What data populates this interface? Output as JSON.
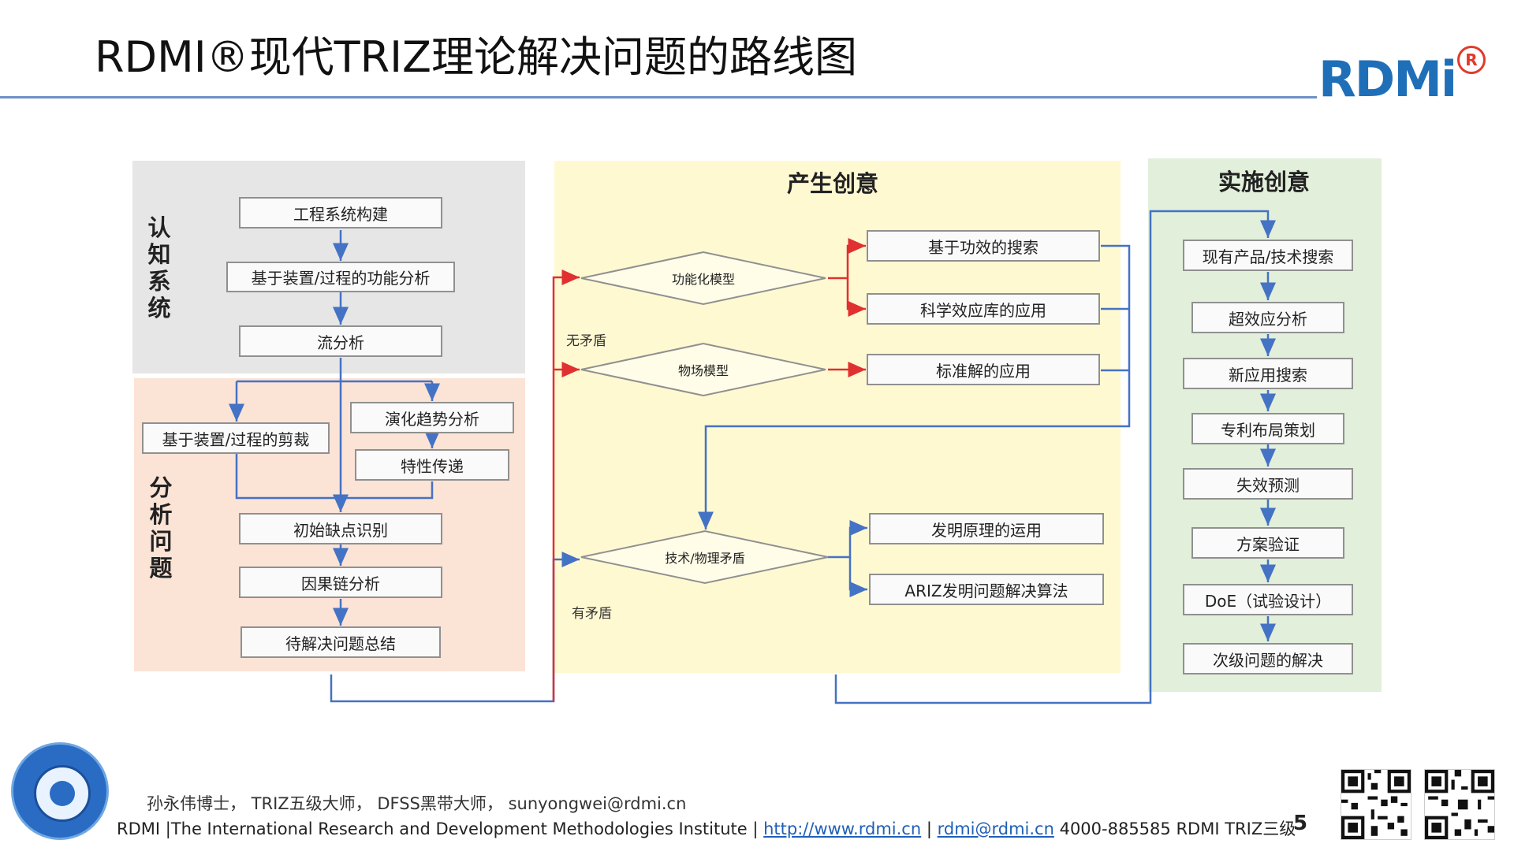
{
  "title": "RDMI®现代TRIZ理论解决问题的路线图",
  "logo": {
    "text": "RDMi",
    "registered": "R"
  },
  "zones": {
    "cognition": "认\n知\n系\n统",
    "analysis": "分\n析\n问\n题",
    "ideas": "产生创意",
    "implement": "实施创意"
  },
  "cognition_steps": [
    "工程系统构建",
    "基于装置/过程的功能分析",
    "流分析"
  ],
  "analysis_steps": {
    "trim": "基于装置/过程的剪裁",
    "trend": "演化趋势分析",
    "transfer": "特性传递",
    "defect": "初始缺点识别",
    "causal": "因果链分析",
    "summary": "待解决问题总结"
  },
  "models": {
    "functional": "功能化模型",
    "substance_field": "物场模型",
    "contradiction": "技术/物理矛盾"
  },
  "notes": {
    "no_contradiction": "无矛盾",
    "has_contradiction": "有矛盾"
  },
  "solutions": {
    "function_search": "基于功效的搜索",
    "effects_db": "科学效应库的应用",
    "standard": "标准解的应用",
    "principles": "发明原理的运用",
    "ariz": "ARIZ发明问题解决算法"
  },
  "implement_steps": [
    "现有产品/技术搜索",
    "超效应分析",
    "新应用搜索",
    "专利布局策划",
    "失效预测",
    "方案验证",
    "DoE（试验设计）",
    "次级问题的解决"
  ],
  "footer": {
    "author": "孙永伟博士， TRIZ五级大师， DFSS黑带大师， sunyongwei@rdmi.cn",
    "org": "RDMI |The International Research and Development Methodologies Institute | ",
    "url": "http://www.rdmi.cn",
    "sep": " | ",
    "email": "rdmi@rdmi.cn",
    "phone": " 4000-885585",
    "course": "  RDMI TRIZ三级",
    "page": "5"
  },
  "colors": {
    "blue_line": "#4472c4",
    "red_arrow": "#e03030",
    "rule": "#6f8fc6"
  }
}
